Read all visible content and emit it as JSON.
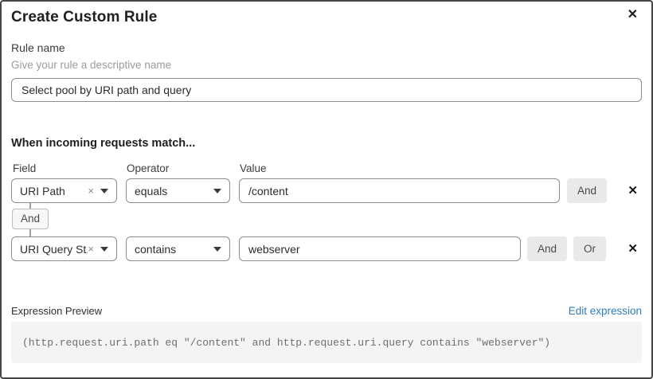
{
  "dialog": {
    "title": "Create Custom Rule",
    "close_icon": "✕"
  },
  "rule_name": {
    "label": "Rule name",
    "helper": "Give your rule a descriptive name",
    "value": "Select pool by URI path and query"
  },
  "match": {
    "heading": "When incoming requests match...",
    "columns": {
      "field": "Field",
      "operator": "Operator",
      "value": "Value"
    },
    "rows": [
      {
        "field": "URI Path",
        "operator": "equals",
        "value": "/content"
      },
      {
        "field": "URI Query St...",
        "operator": "contains",
        "value": "webserver"
      }
    ],
    "connector_label": "And",
    "and_label": "And",
    "or_label": "Or",
    "clear_icon": "×",
    "remove_icon": "✕"
  },
  "expression": {
    "label": "Expression Preview",
    "edit_link": "Edit expression",
    "code": "(http.request.uri.path eq \"/content\" and http.request.uri.query contains \"webserver\")"
  },
  "colors": {
    "link_blue": "#2f7cba",
    "input_border": "#8d8d8d",
    "button_bg": "#e9e9e9",
    "code_bg": "#f4f4f4",
    "dialog_border": "#454545"
  }
}
